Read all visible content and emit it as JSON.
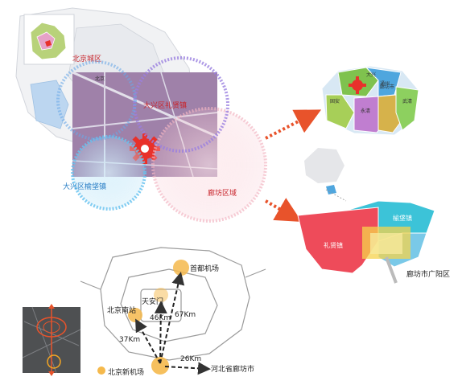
{
  "labels": {
    "beijing_urban": "北京城区",
    "daxing_airport_zone": "大兴区礼贤镇",
    "daxing_yufa": "大兴区榆垡镇",
    "langfang_zone": "廊坊区域",
    "beijing_small": "北京",
    "yufa_town": "榆垡镇",
    "lixian_town": "礼贤镇",
    "langfang_guangyang": "廊坊市广阳区",
    "tiananmen": "天安门",
    "capital_airport": "首都机场",
    "beijing_south_station": "北京南站",
    "new_airport": "北京新机场",
    "hebei_langfang": "河北省廊坊市",
    "dist_south_station": "37Km",
    "dist_tiananmen": "46Km",
    "dist_capital_airport": "67Km",
    "dist_langfang": "26Km"
  },
  "district_map": {
    "daxing": "大兴",
    "tongzhou": "通州",
    "guan": "固安",
    "yongqing": "永清",
    "langfang": "廊坊市",
    "wuqing": "武清"
  },
  "colors": {
    "red_accent": "#e8312b",
    "blue_circle": "#6ac4f0",
    "pink_circle": "#f3b6c3",
    "purple_circle": "#9a7fe0",
    "orange_arrow": "#e8532b",
    "airport_orange": "#f5b94c"
  }
}
